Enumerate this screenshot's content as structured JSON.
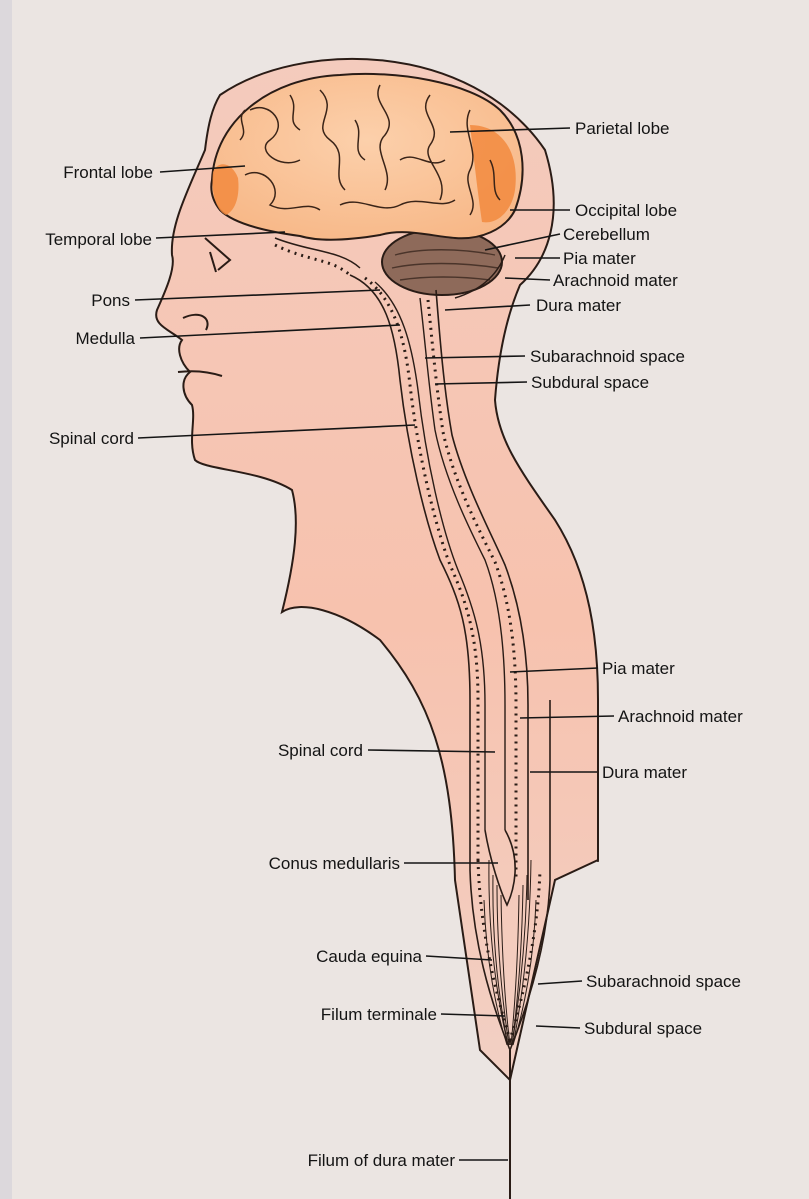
{
  "labels": {
    "frontal_lobe": "Frontal lobe",
    "temporal_lobe": "Temporal lobe",
    "pons": "Pons",
    "medulla": "Medulla",
    "spinal_cord_upper": "Spinal cord",
    "parietal_lobe": "Parietal lobe",
    "occipital_lobe": "Occipital lobe",
    "cerebellum": "Cerebellum",
    "pia_mater_upper": "Pia mater",
    "arachnoid_mater_upper": "Arachnoid mater",
    "dura_mater_upper": "Dura mater",
    "subarachnoid_space_upper": "Subarachnoid space",
    "subdural_space_upper": "Subdural space",
    "pia_mater_lower": "Pia mater",
    "arachnoid_mater_lower": "Arachnoid mater",
    "dura_mater_lower": "Dura mater",
    "spinal_cord_lower": "Spinal cord",
    "conus_medullaris": "Conus medullaris",
    "cauda_equina": "Cauda equina",
    "filum_terminale": "Filum terminale",
    "subarachnoid_space_lower": "Subarachnoid space",
    "subdural_space_lower": "Subdural space",
    "filum_dura_mater": "Filum of dura mater"
  },
  "colors": {
    "skin": "#f6c6b4",
    "brain": "#f8b98e",
    "brain_highlight": "#f2893e",
    "cerebellum": "#8e6a5a",
    "outline": "#2a1c16",
    "paper": "#ece6e3"
  }
}
